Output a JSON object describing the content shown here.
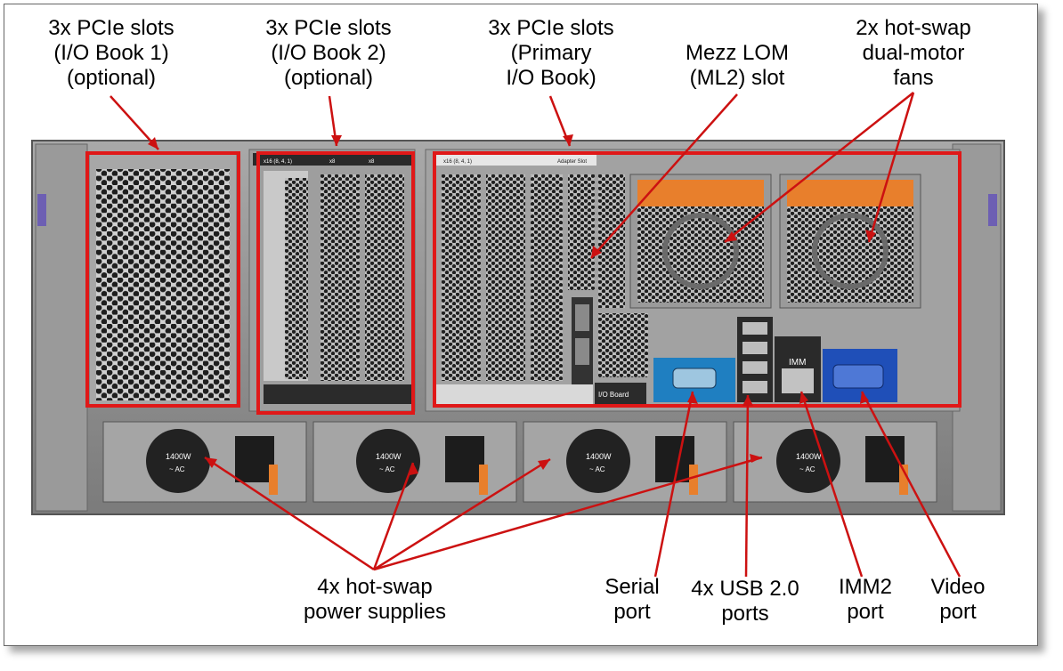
{
  "labels": {
    "pcie_book1": [
      "3x PCIe slots",
      "(I/O Book 1)",
      "(optional)"
    ],
    "pcie_book2": [
      "3x PCIe slots",
      "(I/O Book 2)",
      "(optional)"
    ],
    "pcie_primary": [
      "3x PCIe slots",
      "(Primary",
      "I/O Book)"
    ],
    "mezz_lom": [
      "Mezz LOM",
      "(ML2) slot"
    ],
    "fans": [
      "2x hot-swap",
      "dual-motor",
      "fans"
    ],
    "power": [
      "4x hot-swap",
      "power supplies"
    ],
    "serial": [
      "Serial",
      "port"
    ],
    "usb": [
      "4x USB 2.0",
      "ports"
    ],
    "imm2": [
      "IMM2",
      "port"
    ],
    "video": [
      "Video",
      "port"
    ]
  },
  "photo_text": {
    "psu_rating": "1400W",
    "psu_ac": "~ AC",
    "io_board": "I/O Board",
    "imm_tag": "IMM",
    "slot_tag_a": "x16 (8, 4, 1)",
    "slot_tag_b": "x8",
    "slot_tag_c": "Adapter Slot"
  },
  "colors": {
    "highlight": "#e01818",
    "chassis": "#8c8c8c",
    "fan_orange": "#e87f2c",
    "serial_blue": "#1f7fc1",
    "video_blue": "#1f4fb8",
    "leader": "#cc1111"
  }
}
